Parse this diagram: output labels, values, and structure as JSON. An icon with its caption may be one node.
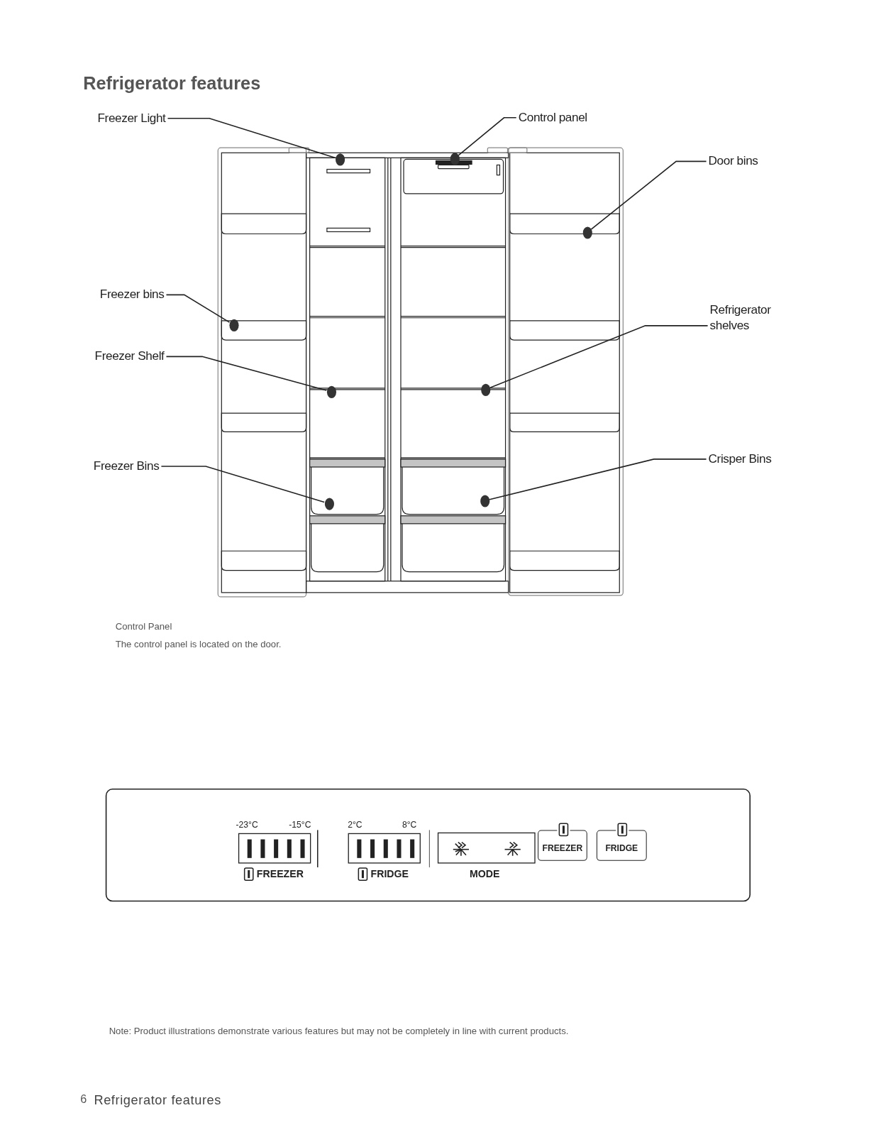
{
  "diagram": {
    "title": "Refrigerator features",
    "nodes": [
      {
        "text": [
          "Freezer Light"
        ]
      },
      {
        "text": [
          "Control panel"
        ]
      },
      {
        "text": [
          "Door bins"
        ]
      },
      {
        "text": [
          "Freezer bins"
        ]
      },
      {
        "text": [
          "Refrigerator shelves"
        ]
      },
      {
        "text": [
          "Freezer Shelf"
        ]
      },
      {
        "text": [
          "Freezer Bins"
        ]
      },
      {
        "text": [
          "Crisper Bins"
        ]
      },
      {
        "text": [],
        "shape": "circle"
      },
      {
        "text": [],
        "shape": "circle"
      },
      {
        "text": [],
        "shape": "circle"
      },
      {
        "text": [],
        "shape": "circle"
      },
      {
        "text": [],
        "shape": "circle"
      },
      {
        "text": [],
        "shape": "circle"
      },
      {
        "text": [],
        "shape": "circle"
      },
      {
        "text": [],
        "shape": "circle"
      },
      {
        "text": [],
        "shape": "box"
      },
      {
        "text": [
          "FREEZER"
        ],
        "in": 16
      },
      {
        "text": [
          "FRIDGE"
        ],
        "in": 16
      }
    ],
    "edges": [
      {
        "from": 0,
        "to": 8,
        "arrow": "none"
      },
      {
        "from": 1,
        "to": 9,
        "arrow": "none"
      },
      {
        "from": 2,
        "to": 10,
        "arrow": "none"
      },
      {
        "from": 3,
        "to": 11,
        "arrow": "none"
      },
      {
        "from": 4,
        "to": 12,
        "arrow": "none"
      },
      {
        "from": 5,
        "to": 13,
        "arrow": "none"
      },
      {
        "from": 6,
        "to": 15,
        "arrow": "none"
      },
      {
        "from": 7,
        "to": 14,
        "arrow": "none"
      }
    ],
    "labels": [
      "Control Panel",
      "The control panel is located on the door.",
      "-23°C",
      "-15°C",
      "2°C",
      "8°C",
      "FREEZER",
      "FRIDGE",
      "MODE",
      "Note: Product illustrations demonstrate various features but may not be completely in line with current products.",
      "6",
      "Refrigerator features"
    ]
  }
}
